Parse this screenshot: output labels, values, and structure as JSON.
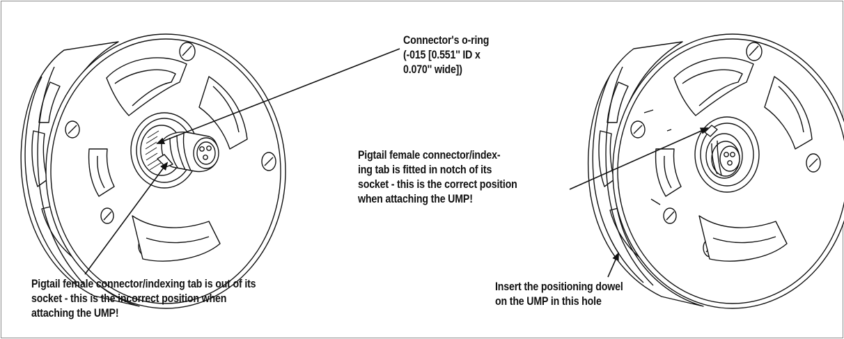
{
  "figure": {
    "callouts": {
      "oring": {
        "lines": [
          "Connector's o-ring",
          "(-015 [0.551'' ID x",
          "0.070'' wide])"
        ]
      },
      "incorrect": {
        "lines": [
          "Pigtail female connector/indexing tab is out of its",
          "socket - this is the incorrect position when",
          "attaching the UMP!"
        ]
      },
      "correct": {
        "lines": [
          "Pigtail female connector/index-",
          "ing tab is fitted in notch of its",
          "socket - this is the correct position",
          "when attaching the UMP!"
        ]
      },
      "dowel": {
        "lines": [
          "Insert the positioning dowel",
          "on the UMP in this hole"
        ]
      }
    },
    "colors": {
      "line": "#111111",
      "border": "#8a8a8a",
      "background": "#ffffff"
    }
  }
}
